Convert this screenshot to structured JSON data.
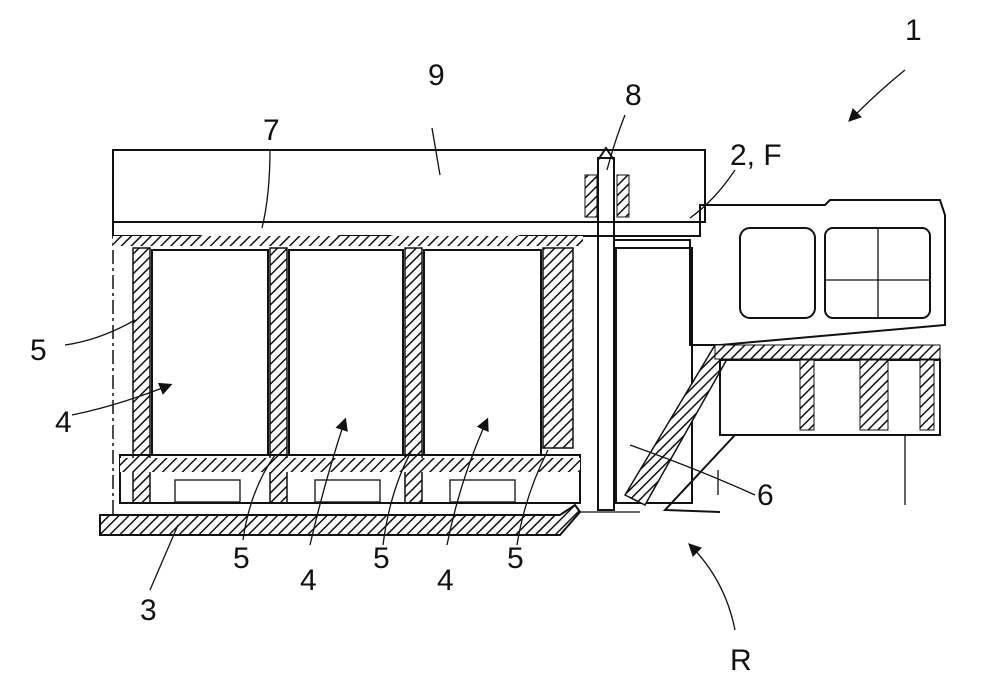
{
  "figure": {
    "labels": {
      "assembly": "1",
      "frame": "2, F",
      "base_plate": "3",
      "cell_left": "4",
      "cell_mid": "4",
      "cell_right": "4",
      "separator_left": "5",
      "separator_b1": "5",
      "separator_b2": "5",
      "separator_b3": "5",
      "member_6": "6",
      "plate_7": "7",
      "rod_8": "8",
      "cover_9": "9",
      "direction_R": "R"
    }
  }
}
